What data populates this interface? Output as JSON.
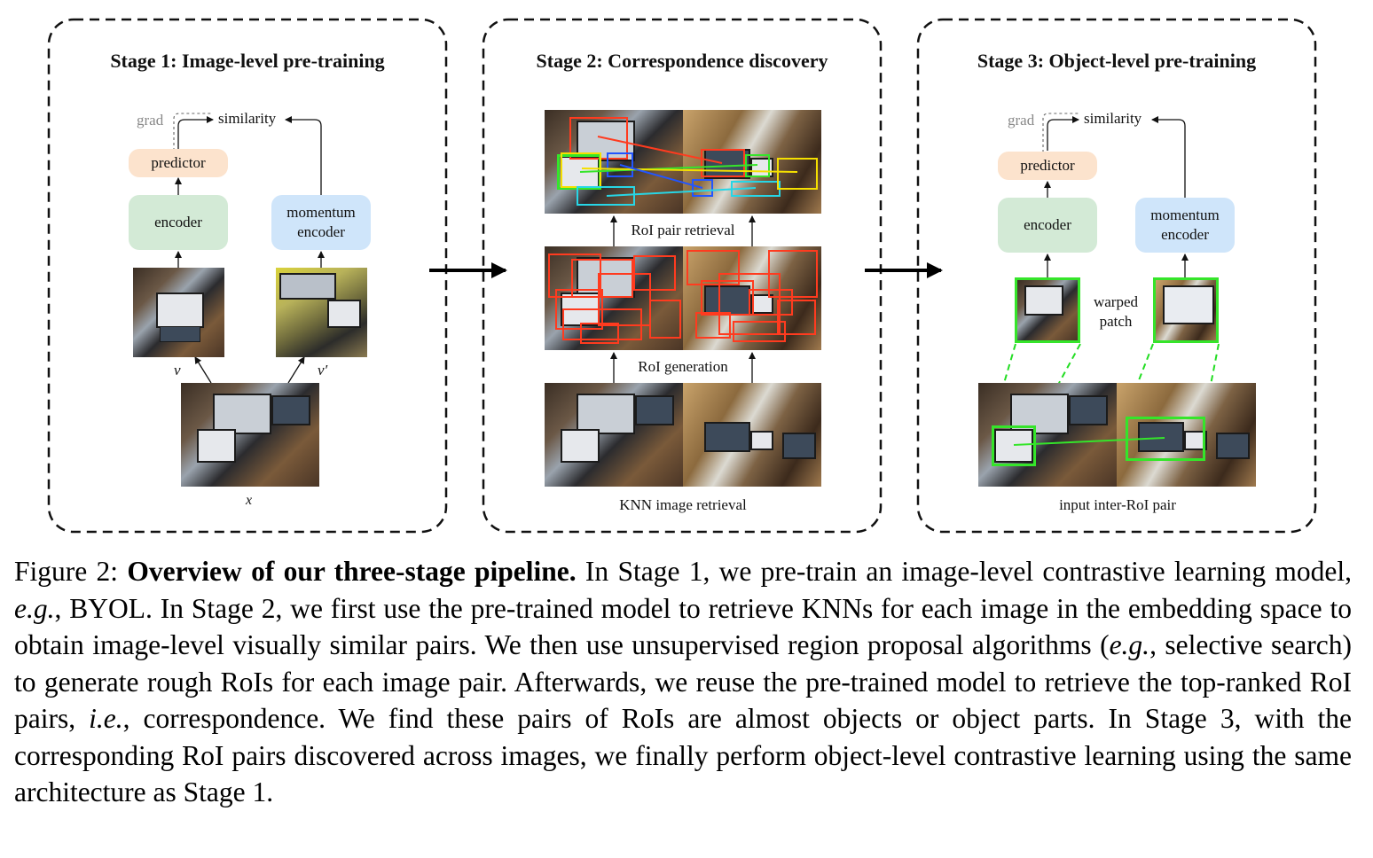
{
  "stage1": {
    "title": "Stage 1: Image-level pre-training",
    "grad": "grad",
    "similarity": "similarity",
    "predictor": "predictor",
    "encoder": "encoder",
    "momentum_encoder_line1": "momentum",
    "momentum_encoder_line2": "encoder",
    "view_v": "v",
    "view_v_prime": "v′",
    "input_x": "x"
  },
  "stage2": {
    "title": "Stage 2: Correspondence discovery",
    "roi_pair_retrieval": "RoI pair retrieval",
    "roi_generation": "RoI generation",
    "knn_image_retrieval": "KNN image retrieval"
  },
  "stage3": {
    "title": "Stage 3: Object-level pre-training",
    "grad": "grad",
    "similarity": "similarity",
    "predictor": "predictor",
    "encoder": "encoder",
    "momentum_encoder_line1": "momentum",
    "momentum_encoder_line2": "encoder",
    "warped_line1": "warped",
    "warped_line2": "patch",
    "input_pair": "input inter-RoI pair"
  },
  "caption": {
    "figure_label": "Figure 2:",
    "bold_title": "Overview of our three-stage pipeline.",
    "p1": " In Stage 1, we pre-train an image-level contrastive learning model, ",
    "eg1": "e.g.",
    "p2": ", BYOL. In Stage 2, we first use the pre-trained model to retrieve KNNs for each image in the embedding space to obtain image-level visually similar pairs.  We then use unsupervised region proposal algorithms (",
    "eg2": "e.g.",
    "p3": ", selective search) to generate rough RoIs for each image pair. Afterwards, we reuse the pre-trained model to retrieve the top-ranked RoI pairs, ",
    "ie": "i.e.",
    "p4": ", correspondence.  We find these pairs of RoIs are almost objects or object parts.  In Stage 3, with the corresponding RoI pairs discovered across images, we finally perform object-level contrastive learning using the same architecture as Stage 1."
  }
}
